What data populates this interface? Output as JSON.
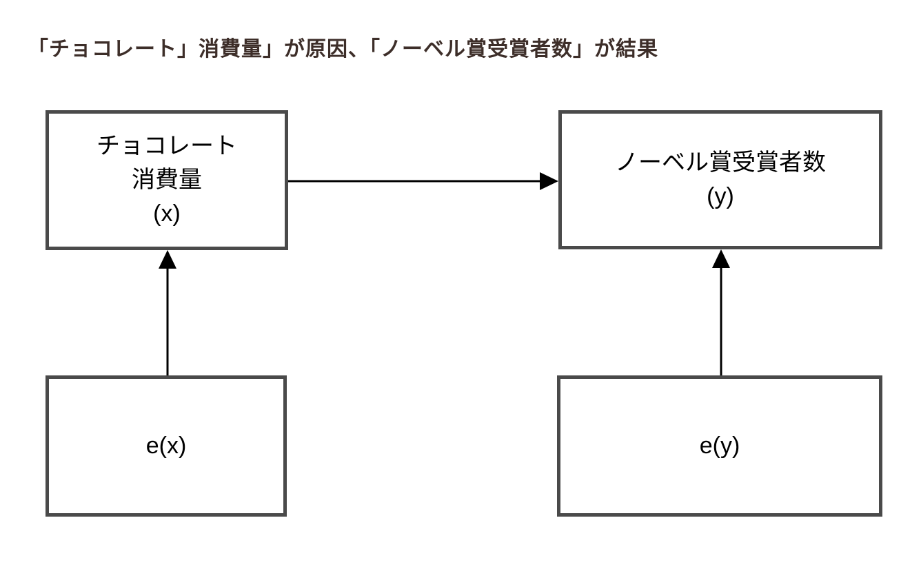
{
  "title": "「チョコレート」消費量」が原因、「ノーベル賞受賞者数」が結果",
  "colors": {
    "background": "#ffffff",
    "title": "#3d2e29",
    "box_border": "#4a4a4a",
    "arrow": "#000000",
    "text": "#000000"
  },
  "nodes": {
    "chocolate": {
      "label": "チョコレート\n消費量\n(x)",
      "role": "cause"
    },
    "nobel": {
      "label": "ノーベル賞受賞者数\n(y)",
      "role": "effect"
    },
    "ex": {
      "label": "e(x)",
      "role": "error-term-x"
    },
    "ey": {
      "label": "e(y)",
      "role": "error-term-y"
    }
  },
  "edges": [
    {
      "from": "chocolate",
      "to": "nobel",
      "direction": "right"
    },
    {
      "from": "ex",
      "to": "chocolate",
      "direction": "up"
    },
    {
      "from": "ey",
      "to": "nobel",
      "direction": "up"
    }
  ]
}
